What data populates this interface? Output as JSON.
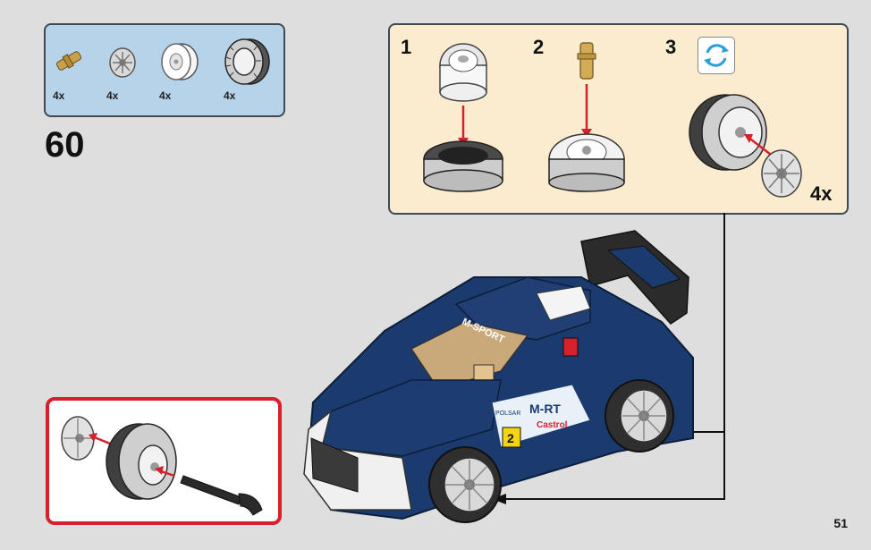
{
  "parts_list": {
    "items": [
      {
        "name": "axle-pin",
        "qty": "4x"
      },
      {
        "name": "rim-small",
        "qty": "4x"
      },
      {
        "name": "rim-white",
        "qty": "4x"
      },
      {
        "name": "tyre",
        "qty": "4x"
      }
    ]
  },
  "step": {
    "number": "60"
  },
  "substeps": {
    "items": [
      {
        "num": "1"
      },
      {
        "num": "2"
      },
      {
        "num": "3"
      }
    ],
    "repeat": "4x"
  },
  "car": {
    "decals": {
      "hood": "M-SPORT",
      "door": "M-RT",
      "number": "2",
      "sponsor": "Castrol",
      "sponsor2": "POLSAR"
    }
  },
  "page": {
    "number": "51"
  },
  "colors": {
    "accent": "#d6202b",
    "parts_bg": "#b7d3ea",
    "sub_bg": "#fbeccf",
    "car_blue": "#1b3a6e"
  }
}
